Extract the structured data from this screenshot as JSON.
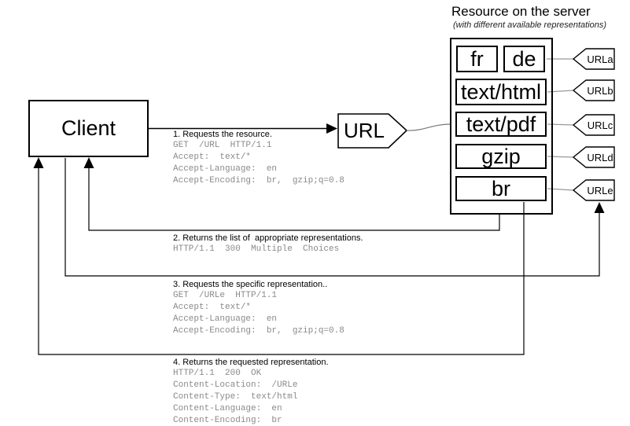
{
  "title": {
    "heading": "Resource on the server",
    "subheading": "(with different available representations)"
  },
  "client": {
    "label": "Client"
  },
  "url_node": {
    "label": "URL"
  },
  "server": {
    "rows": [
      {
        "cells": [
          "fr",
          "de"
        ],
        "tag": "URLa"
      },
      {
        "cells": [
          "text/html"
        ],
        "tag": "URLb"
      },
      {
        "cells": [
          "text/pdf"
        ],
        "tag": "URLc"
      },
      {
        "cells": [
          "gzip"
        ],
        "tag": "URLd"
      },
      {
        "cells": [
          "br"
        ],
        "tag": "URLe"
      }
    ]
  },
  "messages": [
    {
      "label": "1. Requests the resource.",
      "lines": [
        "GET  /URL  HTTP/1.1",
        "Accept:  text/*",
        "Accept-Language:  en",
        "Accept-Encoding:  br,  gzip;q=0.8"
      ]
    },
    {
      "label": "2. Returns the list of  appropriate representations.",
      "lines": [
        "HTTP/1.1  300  Multiple  Choices"
      ]
    },
    {
      "label": "3. Requests the specific representation..",
      "lines": [
        "GET  /URLe  HTTP/1.1",
        "Accept:  text/*",
        "Accept-Language:  en",
        "Accept-Encoding:  br,  gzip;q=0.8"
      ]
    },
    {
      "label": "4. Returns the requested representation.",
      "lines": [
        "HTTP/1.1  200  OK",
        "Content-Location:  /URLe",
        "Content-Type:  text/html",
        "Content-Language:  en",
        "Content-Encoding:  br"
      ]
    }
  ],
  "colors": {
    "line": "#000000",
    "muted_text": "#8a8a8a",
    "connector": "#999999",
    "background": "#ffffff"
  }
}
